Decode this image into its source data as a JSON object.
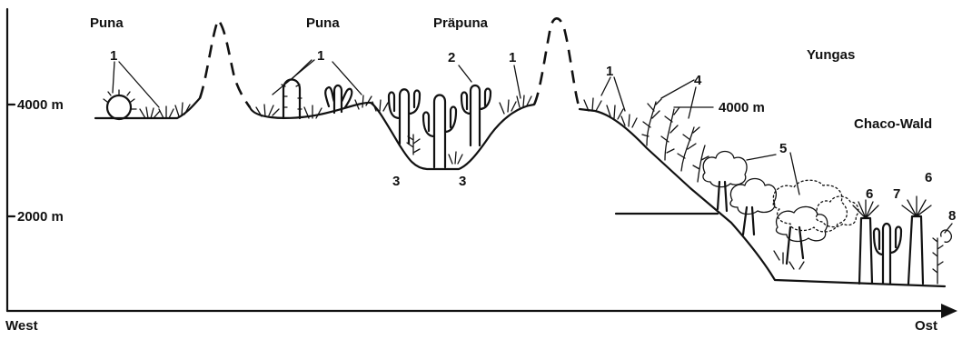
{
  "axis": {
    "y_labels": [
      "4000 m",
      "2000 m"
    ],
    "x_left": "West",
    "x_right": "Ost"
  },
  "regions": {
    "puna_left": "Puna",
    "puna_mid": "Puna",
    "prapuna": "Präpuna",
    "yungas": "Yungas",
    "chaco": "Chaco-Wald"
  },
  "annotations": {
    "inline_altitude": "4000 m"
  },
  "numbers": {
    "n1a": "1",
    "n1b": "1",
    "n1c": "1",
    "n1d": "1",
    "n2": "2",
    "n3a": "3",
    "n3b": "3",
    "n4": "4",
    "n5": "5",
    "n6a": "6",
    "n6b": "6",
    "n7": "7",
    "n8": "8"
  }
}
